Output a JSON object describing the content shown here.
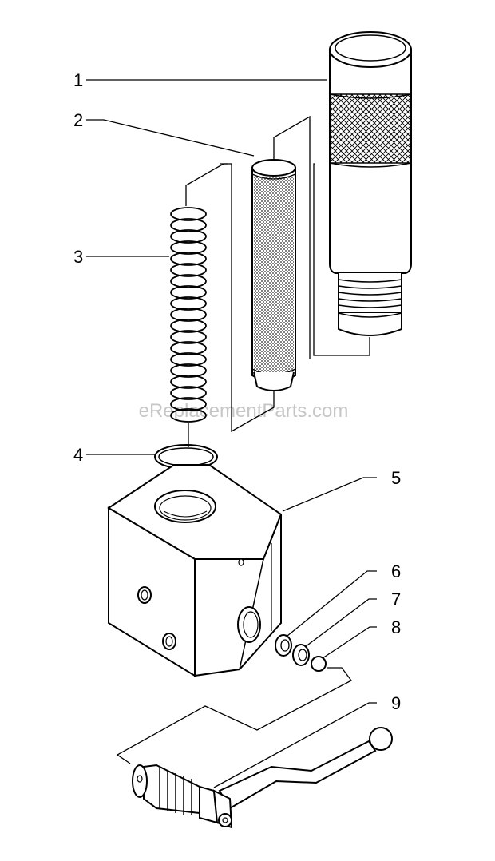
{
  "diagram": {
    "callouts": [
      {
        "id": "1",
        "label": "1"
      },
      {
        "id": "2",
        "label": "2"
      },
      {
        "id": "3",
        "label": "3"
      },
      {
        "id": "4",
        "label": "4"
      },
      {
        "id": "5",
        "label": "5"
      },
      {
        "id": "6",
        "label": "6"
      },
      {
        "id": "7",
        "label": "7"
      },
      {
        "id": "8",
        "label": "8"
      },
      {
        "id": "9",
        "label": "9"
      }
    ],
    "watermark": "eReplacementParts.com",
    "colors": {
      "line": "#000000",
      "background": "#ffffff",
      "watermark": "#bdbdbd"
    }
  }
}
